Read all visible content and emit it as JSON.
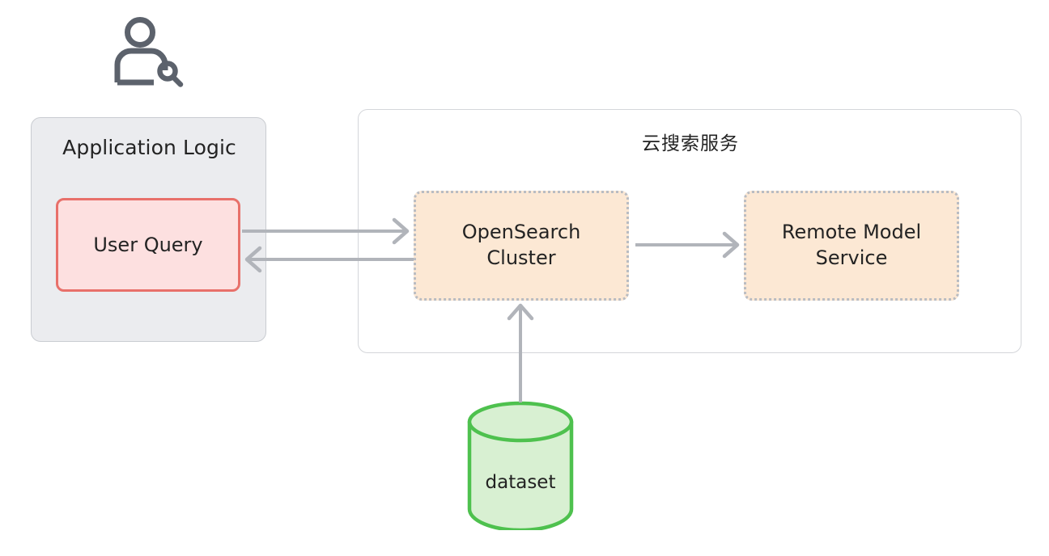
{
  "diagram": {
    "title": "",
    "actor": {
      "icon": "user-search-icon",
      "name": "user-actor"
    },
    "groups": [
      {
        "id": "app-logic",
        "label": "Application Logic",
        "fill": "#ebecef",
        "border": "#c9ccd1"
      },
      {
        "id": "cloud-search-service",
        "label": "云搜索服务",
        "fill": "#ffffff",
        "border": "#d4d6da"
      }
    ],
    "nodes": [
      {
        "id": "user-query",
        "label": "User Query",
        "shape": "rounded-rect",
        "fill": "#fde0e0",
        "border": "#e8706a"
      },
      {
        "id": "opensearch-cluster",
        "label": "OpenSearch Cluster",
        "line1": "OpenSearch",
        "line2": "Cluster",
        "shape": "rounded-rect-dotted",
        "fill": "#fce8d4",
        "border": "#b9bcc2"
      },
      {
        "id": "remote-model-service",
        "label": "Remote Model Service",
        "line1": "Remote Model",
        "line2": "Service",
        "shape": "rounded-rect-dotted",
        "fill": "#fce8d4",
        "border": "#b9bcc2"
      },
      {
        "id": "dataset",
        "label": "dataset",
        "shape": "cylinder",
        "fill": "#d8f0d2",
        "border": "#4ec14e"
      }
    ],
    "edges": [
      {
        "id": "query-to-cluster",
        "from": "user-query",
        "to": "opensearch-cluster",
        "direction": "right",
        "label": "",
        "color": "#b1b4ba"
      },
      {
        "id": "cluster-to-query",
        "from": "opensearch-cluster",
        "to": "user-query",
        "direction": "left",
        "label": "",
        "color": "#b1b4ba"
      },
      {
        "id": "cluster-to-model",
        "from": "opensearch-cluster",
        "to": "remote-model-service",
        "direction": "right",
        "label": "",
        "color": "#b1b4ba"
      },
      {
        "id": "dataset-to-cluster",
        "from": "dataset",
        "to": "opensearch-cluster",
        "direction": "up",
        "label": "",
        "color": "#b1b4ba"
      }
    ],
    "colors": {
      "background": "#ffffff",
      "text": "#232323",
      "icon": "#5c626c",
      "edge": "#b1b4ba"
    }
  }
}
